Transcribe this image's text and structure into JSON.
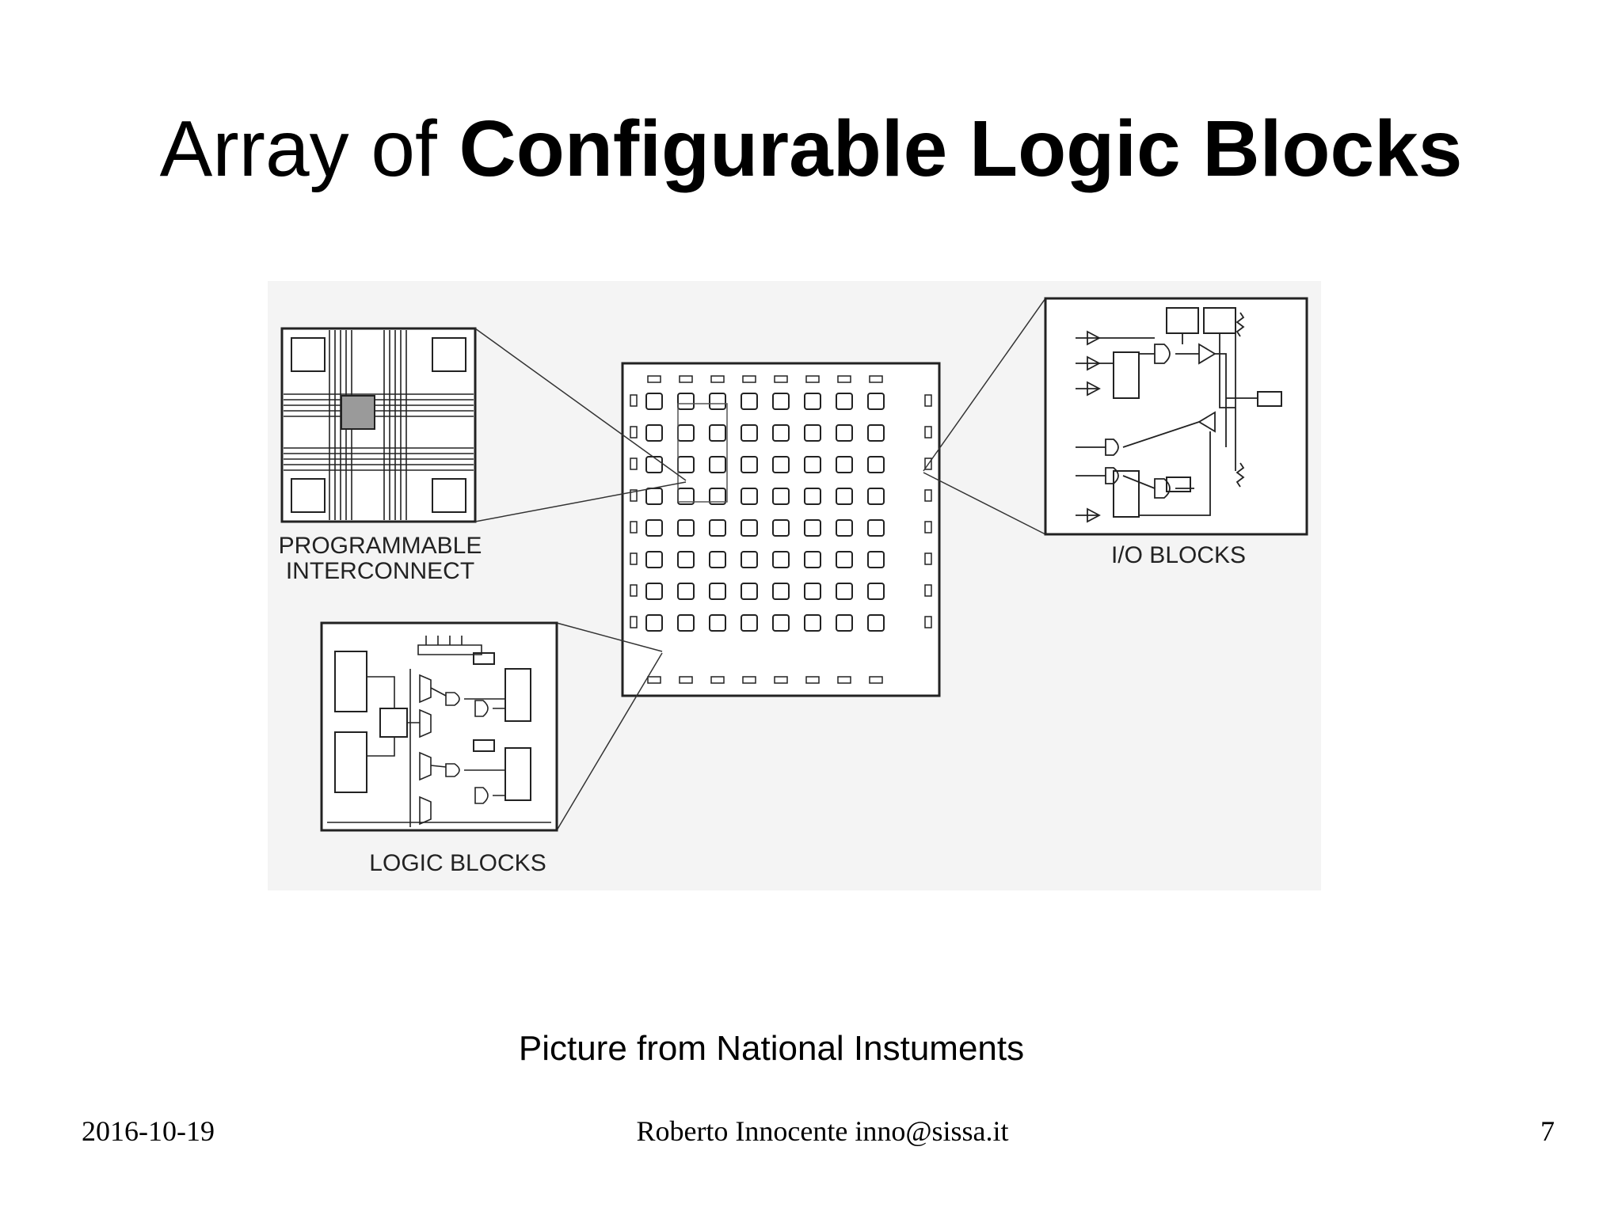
{
  "slide": {
    "title_regular": "Array of ",
    "title_bold": "Configurable Logic Blocks",
    "caption": "Picture from National Instuments",
    "footer_date": "2016-10-19",
    "footer_author": "Roberto Innocente inno@sissa.it",
    "page_number": "7"
  },
  "diagram": {
    "labels": {
      "interconnect_line1": "PROGRAMMABLE",
      "interconnect_line2": "INTERCONNECT",
      "io_blocks": "I/O BLOCKS",
      "logic_blocks": "LOGIC BLOCKS"
    },
    "array_rows": 8,
    "array_cols": 8,
    "colors": {
      "line": "#222222",
      "background": "#f4f4f4",
      "switch_box": "#9a9a9a"
    }
  }
}
